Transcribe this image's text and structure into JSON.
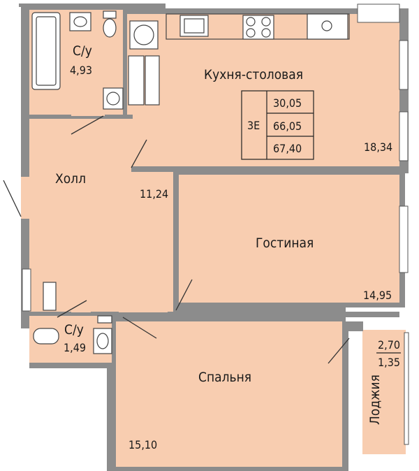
{
  "plan": {
    "colors": {
      "floor": "#f8cdb0",
      "wall": "#8c8c8c",
      "fixture": "#ffffff",
      "window": "#ffffff"
    },
    "rooms": {
      "bath1": {
        "name": "С/у",
        "area": "4,93"
      },
      "kitchen": {
        "name": "Кухня-столовая",
        "area": "18,34"
      },
      "hall": {
        "name": "Холл",
        "area": "11,24"
      },
      "living": {
        "name": "Гостиная",
        "area": "14,95"
      },
      "bath2": {
        "name": "С/у",
        "area": "1,49"
      },
      "bedroom": {
        "name": "Спальня",
        "area": "15,10"
      },
      "loggia": {
        "name": "Лоджия",
        "area_full": "2,70",
        "area_reduced": "1,35"
      }
    },
    "summary": {
      "rooms_label": "3Е",
      "living_area": "30,05",
      "total_area": "66,05",
      "total_with_loggia": "67,40"
    }
  }
}
